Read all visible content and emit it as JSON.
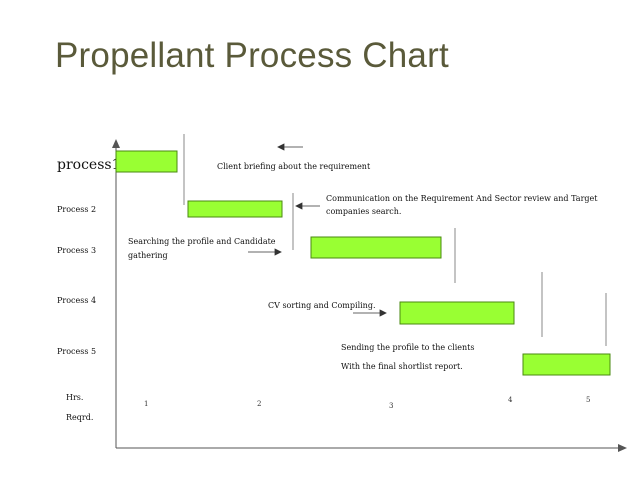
{
  "title": "Propellant Process Chart",
  "colors": {
    "bar_fill": "#99ff33",
    "bar_stroke": "#4a8a10",
    "axis": "#555555",
    "title": "#5a5a3a"
  },
  "rows": [
    {
      "label": "process1"
    },
    {
      "label": "Process 2"
    },
    {
      "label": "Process 3"
    },
    {
      "label": "Process 4"
    },
    {
      "label": "Process 5"
    }
  ],
  "axis": {
    "unit_line1": "Hrs.",
    "unit_line2": "Reqrd.",
    "ticks": [
      "1",
      "2",
      "3",
      "4",
      "5"
    ]
  },
  "annotations": [
    {
      "text": "Client briefing about the requirement"
    },
    {
      "text": "Communication on the Requirement And  Sector review and Target"
    },
    {
      "text": "companies search."
    },
    {
      "text": "Searching the profile and Candidate"
    },
    {
      "text": "gathering"
    },
    {
      "text": "CV sorting and Compiling."
    },
    {
      "text": "Sending  the profile to the clients"
    },
    {
      "text": "With the final shortlist report."
    }
  ]
}
